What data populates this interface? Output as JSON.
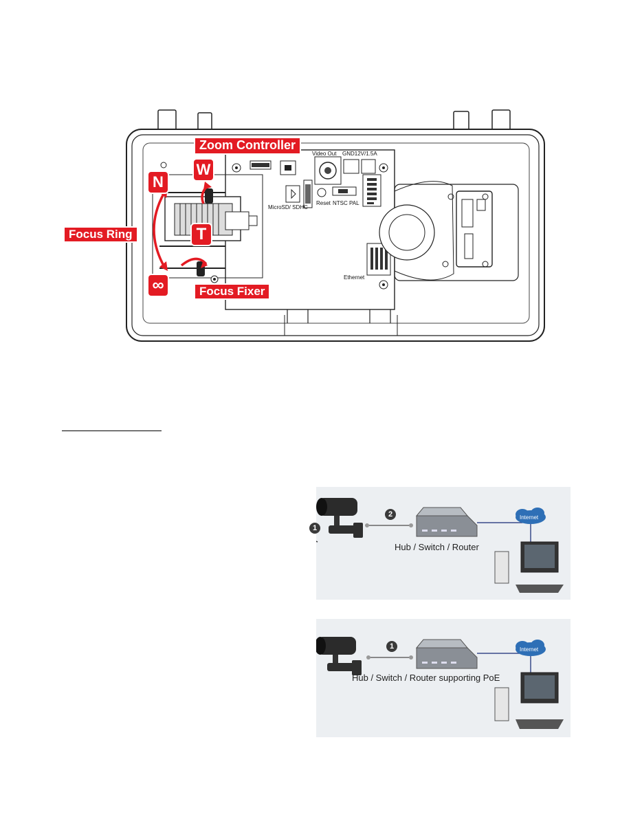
{
  "figure1": {
    "labels": {
      "zoom_controller": "Zoom Controller",
      "focus_ring": "Focus Ring",
      "focus_fixer": "Focus Fixer",
      "wide": "W",
      "tele": "T",
      "near": "N",
      "infinity": "∞"
    },
    "pcb": {
      "video_out": "Video Out",
      "power": "GND12V/1.5A",
      "reset": "Reset",
      "ntsc_pal": "NTSC PAL",
      "microsd": "MicroSD/ SDHC",
      "ethernet": "Ethernet"
    }
  },
  "diagram_adapter": {
    "hub_label": "Hub / Switch / Router",
    "internet_label": "Internet",
    "step1": "1",
    "step2": "2"
  },
  "diagram_poe": {
    "hub_label": "Hub / Switch / Router supporting PoE",
    "internet_label": "Internet",
    "step1": "1"
  },
  "colors": {
    "accent_red": "#e31b23",
    "diagram_bg": "#eceff2",
    "cloud_blue": "#2e6fb6"
  }
}
